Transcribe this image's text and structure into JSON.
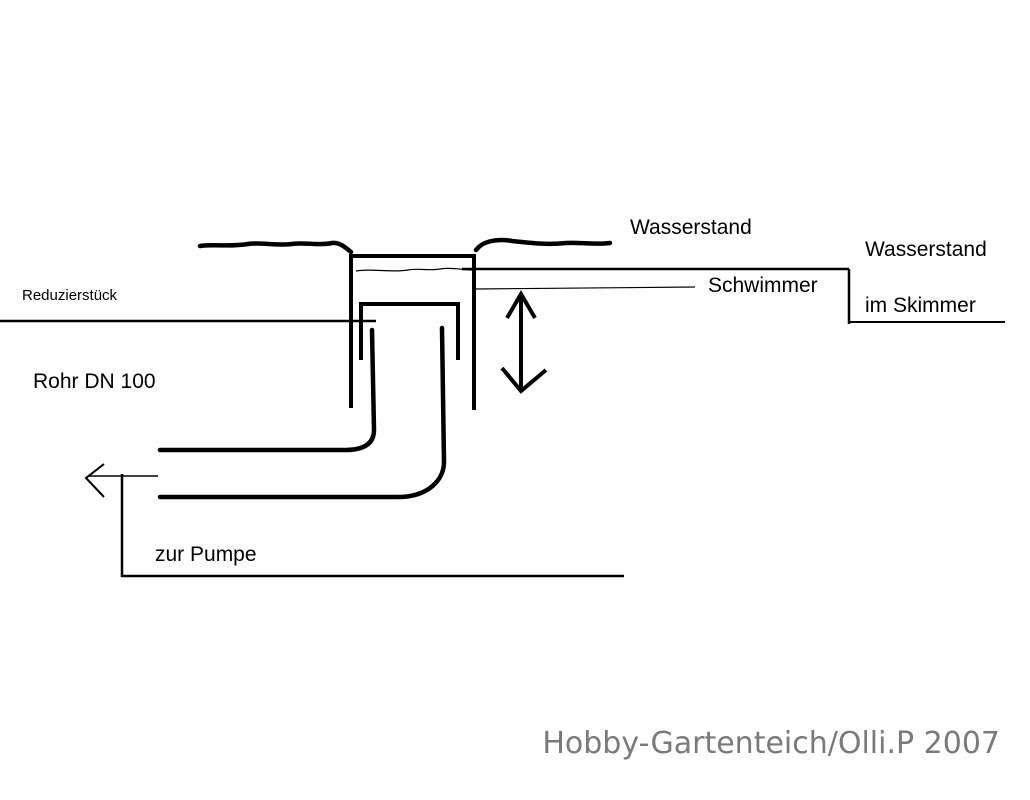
{
  "labels": {
    "wasserstand": "Wasserstand",
    "wasserstand_skimmer_line1": "Wasserstand",
    "wasserstand_skimmer_line2": "im Skimmer",
    "schwimmer": "Schwimmer",
    "reduzierstueck": "Reduzierstück",
    "rohr": "Rohr DN 100",
    "zur_pumpe": "zur Pumpe"
  },
  "watermark": "Hobby-Gartenteich/Olli.P 2007",
  "colors": {
    "stroke": "#000000",
    "watermark": "#7a7a7a",
    "background": "#ffffff"
  }
}
